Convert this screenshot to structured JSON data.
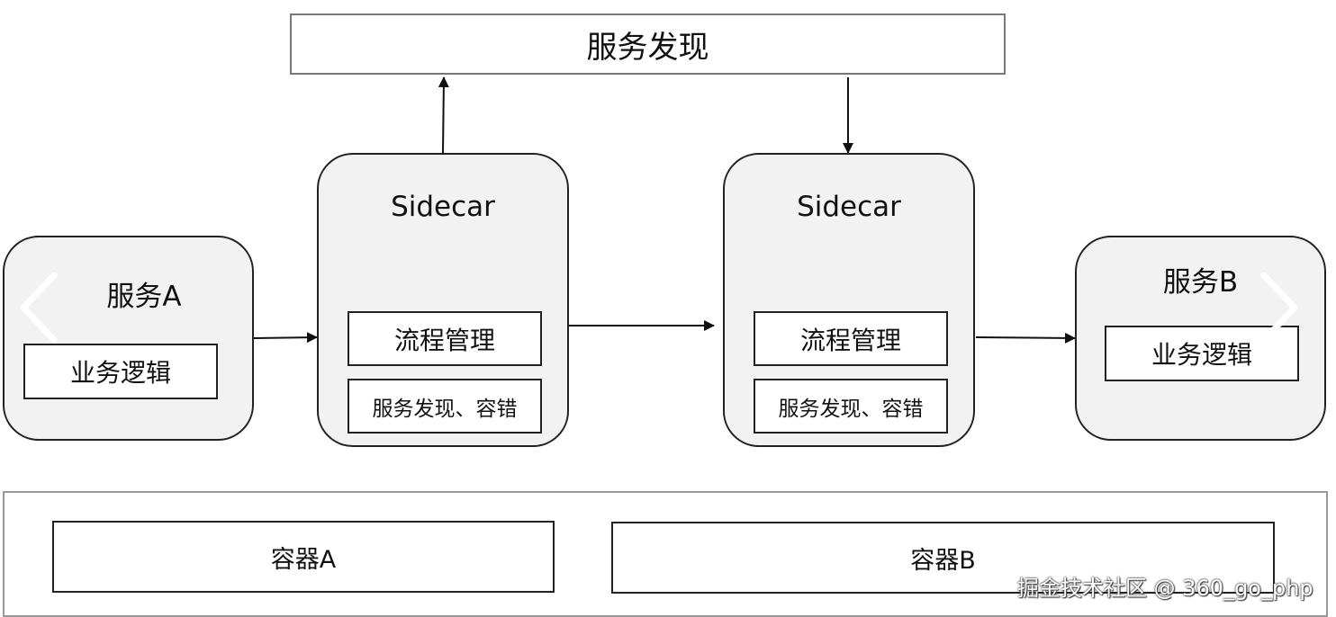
{
  "service_discovery": {
    "label": "服务发现"
  },
  "service_a": {
    "title": "服务A",
    "logic_label": "业务逻辑"
  },
  "sidecar_left": {
    "title": "Sidecar",
    "process_label": "流程管理",
    "discovery_label": "服务发现、容错"
  },
  "sidecar_right": {
    "title": "Sidecar",
    "process_label": "流程管理",
    "discovery_label": "服务发现、容错"
  },
  "service_b": {
    "title": "服务B",
    "logic_label": "业务逻辑"
  },
  "containers": {
    "a_label": "容器A",
    "b_label": "容器B"
  },
  "watermark": {
    "text": "掘金技术社区 @ 360_go_php"
  },
  "icons": {
    "prev": "chevron-left-icon",
    "next": "chevron-right-icon"
  },
  "colors": {
    "node_fill": "#f2f2f2",
    "stroke": "#222222"
  }
}
